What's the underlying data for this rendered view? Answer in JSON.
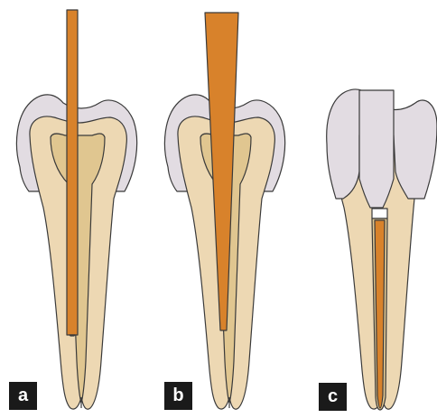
{
  "panels": [
    {
      "label": "a"
    },
    {
      "label": "b"
    },
    {
      "label": "c"
    }
  ],
  "colors": {
    "enamel": "#e2dce2",
    "dentin": "#edd8b3",
    "pulp": "#e0c690",
    "post": "#d8822b",
    "spacer": "#ffffff",
    "outline": "#3a3a3a",
    "label_bg": "#1a1a1a",
    "label_text": "#ffffff"
  }
}
